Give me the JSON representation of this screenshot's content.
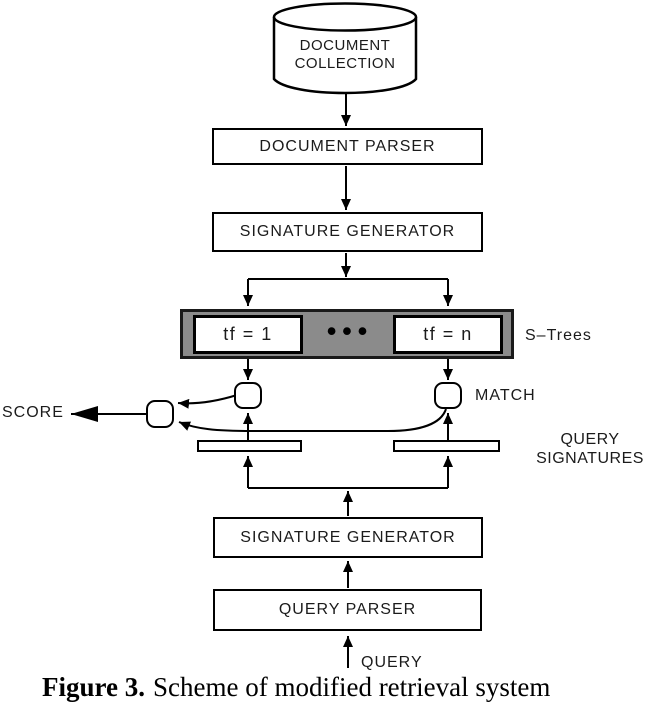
{
  "figure": {
    "nodes": {
      "document_collection": {
        "line1": "DOCUMENT",
        "line2": "COLLECTION"
      },
      "document_parser": {
        "label": "DOCUMENT PARSER"
      },
      "signature_generator_top": {
        "label": "SIGNATURE GENERATOR"
      },
      "tf_first": {
        "label": "tf = 1"
      },
      "tf_last": {
        "label": "tf = n"
      },
      "ellipsis": "•••",
      "signature_generator_bottom": {
        "label": "SIGNATURE GENERATOR"
      },
      "query_parser": {
        "label": "QUERY PARSER"
      }
    },
    "annotations": {
      "s_trees": "S–Trees",
      "match": "MATCH",
      "score": "SCORE",
      "query_signatures": {
        "line1": "QUERY",
        "line2": "SIGNATURES"
      },
      "query_input": "QUERY"
    },
    "colors": {
      "s_tree_container_fill": "#8b8b8b",
      "node_fill": "#ffffff",
      "stroke": "#000000"
    }
  },
  "caption": {
    "label": "Figure 3.",
    "text": "Scheme of modified retrieval system"
  }
}
